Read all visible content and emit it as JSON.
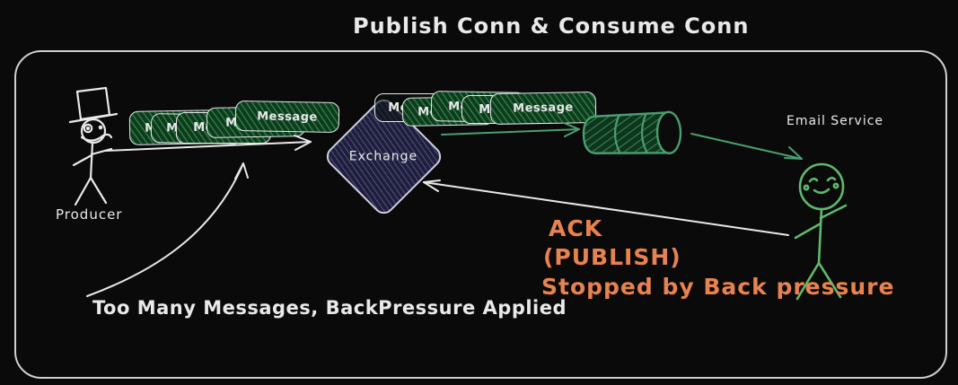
{
  "title": "Publish Conn & Consume Conn",
  "producer": {
    "label": "Producer"
  },
  "exchange": {
    "label": "Exchange"
  },
  "message_box": {
    "label": "Message"
  },
  "email_service": {
    "label": "Email Service"
  },
  "annotations": {
    "ack": "ACK",
    "publish": "(PUBLISH)",
    "stopped": "Stopped by Back pressure",
    "backpressure": "Too Many Messages, BackPressure Applied"
  },
  "colors": {
    "background": "#0a0a0a",
    "frame_border": "#cfcfcf",
    "ink_white": "#e9e9e9",
    "message_green_fill": "#0e3a1d",
    "message_hatch": "#2d7a44",
    "message_border": "#e9e9e9",
    "exchange_fill": "#1f1f3a",
    "exchange_hatch": "#50508a",
    "exchange_border": "#cfcfe2",
    "queue_green": "#4a9e6f",
    "queue_fill": "#10351f",
    "queue_hatch": "#2f8f54",
    "figure_green": "#5fb86b",
    "orange": "#e8824e"
  }
}
